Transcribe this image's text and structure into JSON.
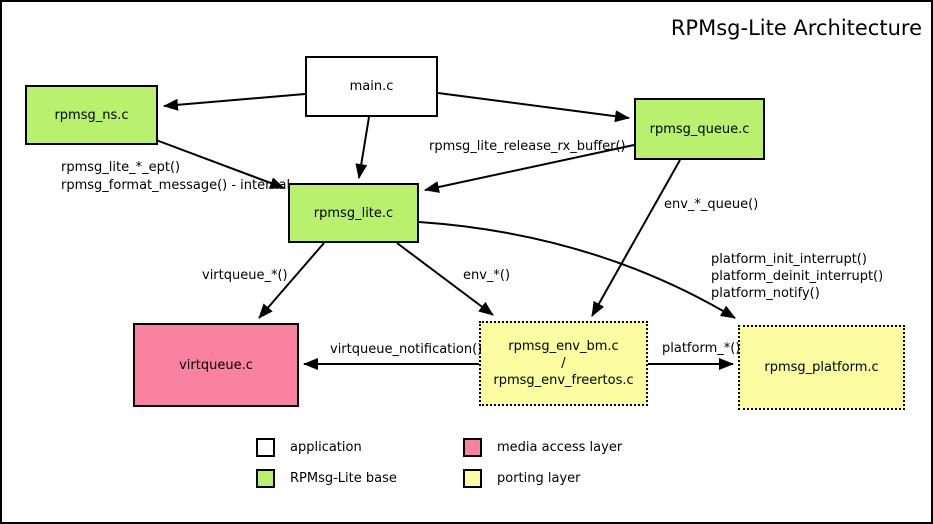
{
  "title": "RPMsg-Lite Architecture",
  "nodes": {
    "main": {
      "label": "main.c",
      "color": "#ffffff"
    },
    "rpmsg_ns": {
      "label": "rpmsg_ns.c",
      "color": "#b9f06e"
    },
    "rpmsg_queue": {
      "label": "rpmsg_queue.c",
      "color": "#b9f06e"
    },
    "rpmsg_lite": {
      "label": "rpmsg_lite.c",
      "color": "#b9f06e"
    },
    "virtqueue": {
      "label": "virtqueue.c",
      "color": "#f8829f"
    },
    "rpmsg_env": {
      "line1": "rpmsg_env_bm.c",
      "line2": "/",
      "line3": "rpmsg_env_freertos.c",
      "color": "#fcfca0"
    },
    "rpmsg_platform": {
      "label": "rpmsg_platform.c",
      "color": "#fcfca0"
    }
  },
  "edge_labels": {
    "ept_line1": "rpmsg_lite_*_ept()",
    "ept_line2": "rpmsg_format_message() - internal",
    "release_rx": "rpmsg_lite_release_rx_buffer()",
    "env_queue": "env_*_queue()",
    "virtqueue_star": "virtqueue_*()",
    "env_star": "env_*()",
    "platform_init": "platform_init_interrupt()",
    "platform_deinit": "platform_deinit_interrupt()",
    "platform_notify": "platform_notify()",
    "virtqueue_notification": "virtqueue_notification()",
    "platform_star": "platform_*()"
  },
  "legend": {
    "items": [
      {
        "label": "application",
        "color": "#ffffff"
      },
      {
        "label": "RPMsg-Lite base",
        "color": "#b9f06e"
      },
      {
        "label": "media access layer",
        "color": "#f8829f"
      },
      {
        "label": "porting layer",
        "color": "#fcfca0"
      }
    ]
  },
  "colors": {
    "line": "#000000",
    "background": "#ffffff",
    "border": "#000000"
  }
}
